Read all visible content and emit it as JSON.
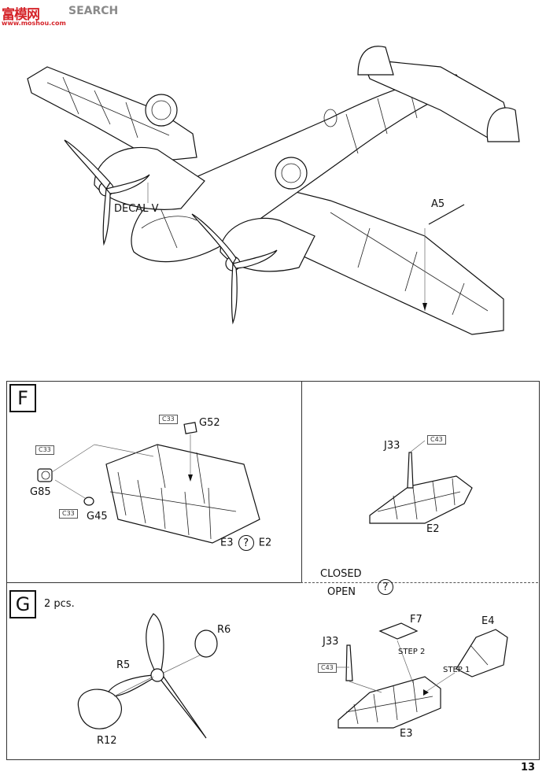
{
  "watermark": {
    "logo": "富模网",
    "search": "SEARCH",
    "url": "www.moshou.com"
  },
  "top_view": {
    "decal_label": "DECAL V",
    "part_a5": "A5"
  },
  "step_f": {
    "letter": "F",
    "color_c33_a": "C33",
    "color_c33_b": "C33",
    "color_c33_c": "C33",
    "part_g52": "G52",
    "part_g85": "G85",
    "part_g45": "G45",
    "option_left": "E3",
    "option_q": "?",
    "option_right": "E2",
    "part_j33": "J33",
    "color_c43": "C43",
    "part_e2": "E2"
  },
  "step_g": {
    "letter": "G",
    "qty": "2 pcs.",
    "part_r6": "R6",
    "part_r5": "R5",
    "part_r12": "R12"
  },
  "closed_open": {
    "closed": "CLOSED",
    "open": "OPEN",
    "q": "?",
    "part_f7": "F7",
    "part_e4": "E4",
    "part_j33": "J33",
    "color_c43": "C43",
    "step2": "STEP 2",
    "step1": "STEP 1",
    "part_e3": "E3"
  },
  "page_number": "13"
}
